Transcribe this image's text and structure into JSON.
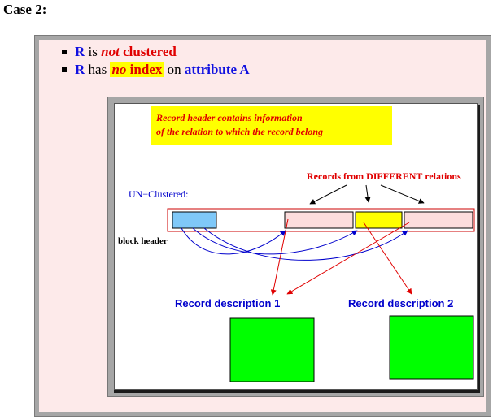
{
  "case_title": "Case 2:",
  "bullets": [
    {
      "subject": "R",
      "verb": " is ",
      "emph": "not",
      "rest": " clustered"
    },
    {
      "subject": "R",
      "verb": " has ",
      "emph": "no",
      "emph2": " index",
      "rest": " on ",
      "attr": "attribute A"
    }
  ],
  "diagram": {
    "header_note_line1": "Record header contains information",
    "header_note_line2": "of the relation to which the record belong",
    "records_label": "Records from DIFFERENT relations",
    "unclustered_label": "UN−Clustered:",
    "block_header_label": "block header",
    "record_desc_1": "Record description 1",
    "record_desc_2": "Record description 2"
  },
  "colors": {
    "block_header": "#7fc8f8",
    "record_pink": "#fcdcdc",
    "record_yellow": "#ffff00",
    "descriptor_green": "#00ff00",
    "arrow_red": "#e00000",
    "arrow_blue": "#0000cc"
  }
}
